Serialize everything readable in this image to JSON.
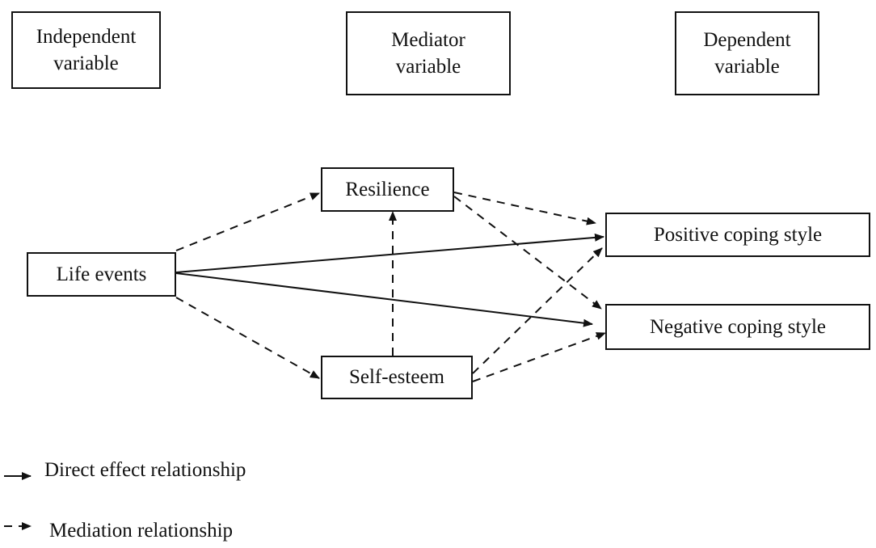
{
  "headers": {
    "independent": {
      "line1": "Independent",
      "line2": "variable"
    },
    "mediator": {
      "line1": "Mediator",
      "line2": "variable"
    },
    "dependent": {
      "line1": "Dependent",
      "line2": "variable"
    }
  },
  "nodes": {
    "life_events": "Life events",
    "resilience": "Resilience",
    "self_esteem": "Self-esteem",
    "positive_coping": "Positive coping style",
    "negative_coping": "Negative coping style"
  },
  "edges": [
    {
      "from": "Life events",
      "to": "Positive coping style",
      "type": "direct"
    },
    {
      "from": "Life events",
      "to": "Negative coping style",
      "type": "direct"
    },
    {
      "from": "Life events",
      "to": "Resilience",
      "type": "mediation"
    },
    {
      "from": "Life events",
      "to": "Self-esteem",
      "type": "mediation"
    },
    {
      "from": "Self-esteem",
      "to": "Resilience",
      "type": "mediation"
    },
    {
      "from": "Resilience",
      "to": "Positive coping style",
      "type": "mediation"
    },
    {
      "from": "Resilience",
      "to": "Negative coping style",
      "type": "mediation"
    },
    {
      "from": "Self-esteem",
      "to": "Positive coping style",
      "type": "mediation"
    },
    {
      "from": "Self-esteem",
      "to": "Negative coping style",
      "type": "mediation"
    }
  ],
  "legend": {
    "direct": "Direct effect relationship",
    "mediation": "Mediation relationship"
  },
  "colors": {
    "line": "#111111",
    "background": "#ffffff"
  }
}
